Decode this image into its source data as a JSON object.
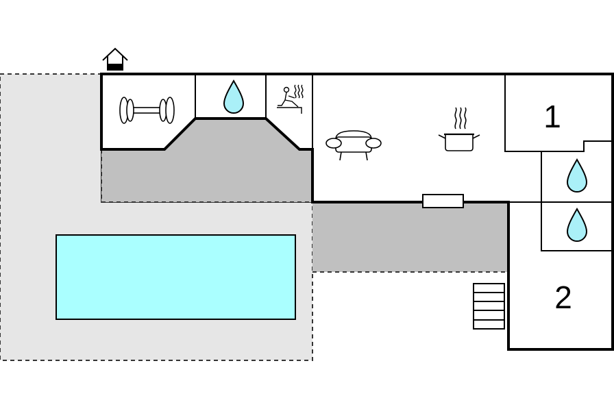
{
  "floor_plan": {
    "rooms": [
      {
        "id": "gym",
        "icon": "dumbbell-icon"
      },
      {
        "id": "bathroom-upper",
        "icon": "water-drop-icon"
      },
      {
        "id": "sauna",
        "icon": "sauna-icon"
      },
      {
        "id": "living-kitchen",
        "icons": [
          "sofa-icon",
          "cooking-pot-icon"
        ]
      },
      {
        "id": "bedroom-1",
        "label": "1"
      },
      {
        "id": "bathroom-right-1",
        "icon": "water-drop-icon"
      },
      {
        "id": "bathroom-right-2",
        "icon": "water-drop-icon"
      },
      {
        "id": "bedroom-2",
        "label": "2"
      }
    ],
    "features": [
      "pool",
      "terrace",
      "patio",
      "stairs",
      "entrance-icon"
    ],
    "colors": {
      "pool": "#aaffff",
      "water_drop": "#aaf0f8",
      "terrace": "#e6e6e6",
      "patio": "#c0c0c0",
      "wall": "#000000"
    }
  }
}
